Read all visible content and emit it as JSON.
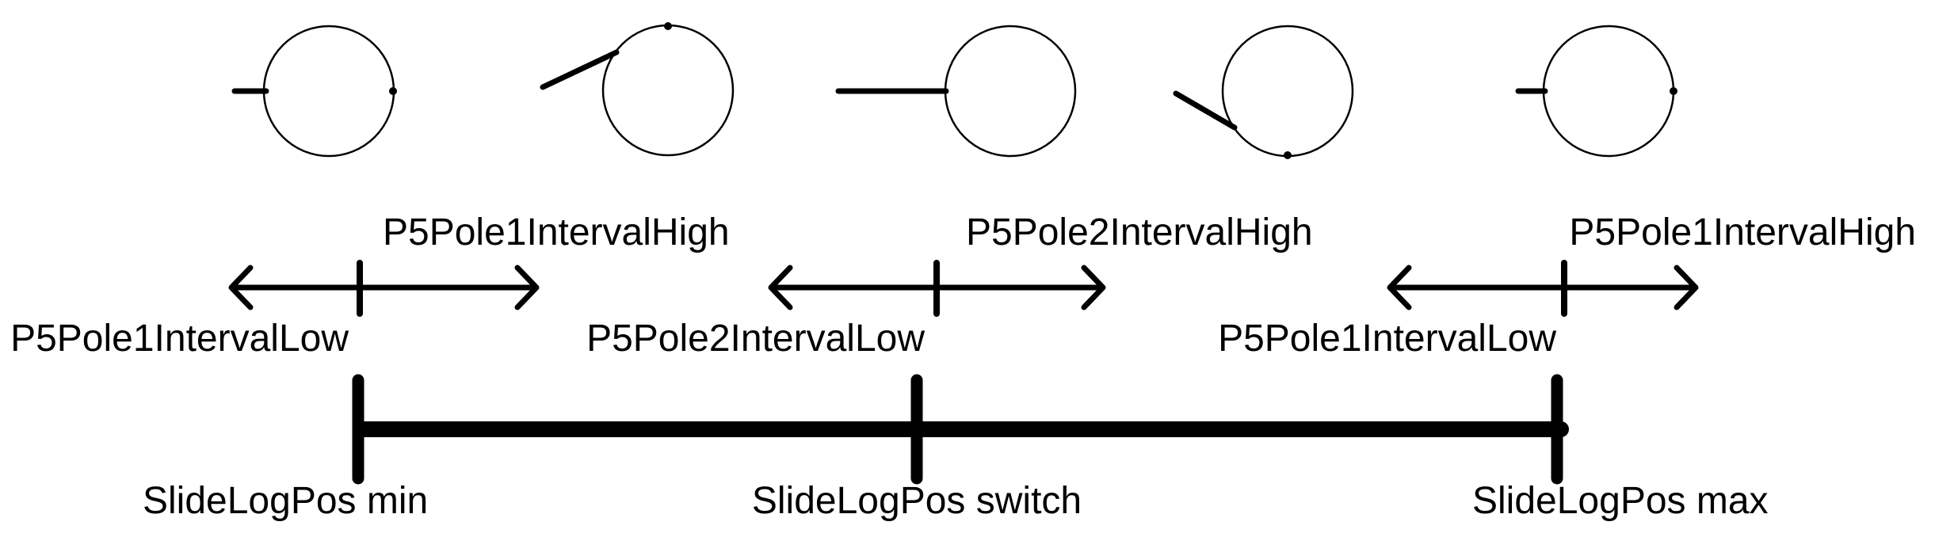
{
  "diagram": {
    "title": "P5 pole interval slider diagram",
    "colors": {
      "foreground": "#000000",
      "background": "#ffffff"
    },
    "dials": [
      {
        "name": "pole-dial-min",
        "pointer_direction": "left-horizontal-short",
        "edge_marker": "right"
      },
      {
        "name": "pole-dial-low-mid",
        "pointer_direction": "upper-left-diagonal",
        "edge_marker": "top"
      },
      {
        "name": "pole-dial-switch",
        "pointer_direction": "left-horizontal-long",
        "edge_marker": "left"
      },
      {
        "name": "pole-dial-high-mid",
        "pointer_direction": "lower-left-diagonal",
        "edge_marker": "bottom"
      },
      {
        "name": "pole-dial-max",
        "pointer_direction": "left-horizontal-short",
        "edge_marker": "right"
      }
    ],
    "intervals": [
      {
        "high_label": "P5Pole1IntervalHigh",
        "low_label": "P5Pole1IntervalLow"
      },
      {
        "high_label": "P5Pole2IntervalHigh",
        "low_label": "P5Pole2IntervalLow"
      },
      {
        "high_label": "P5Pole1IntervalHigh",
        "low_label": "P5Pole1IntervalLow"
      }
    ],
    "slider": {
      "min_label": "SlideLogPos min",
      "switch_label": "SlideLogPos switch",
      "max_label": "SlideLogPos max"
    }
  }
}
